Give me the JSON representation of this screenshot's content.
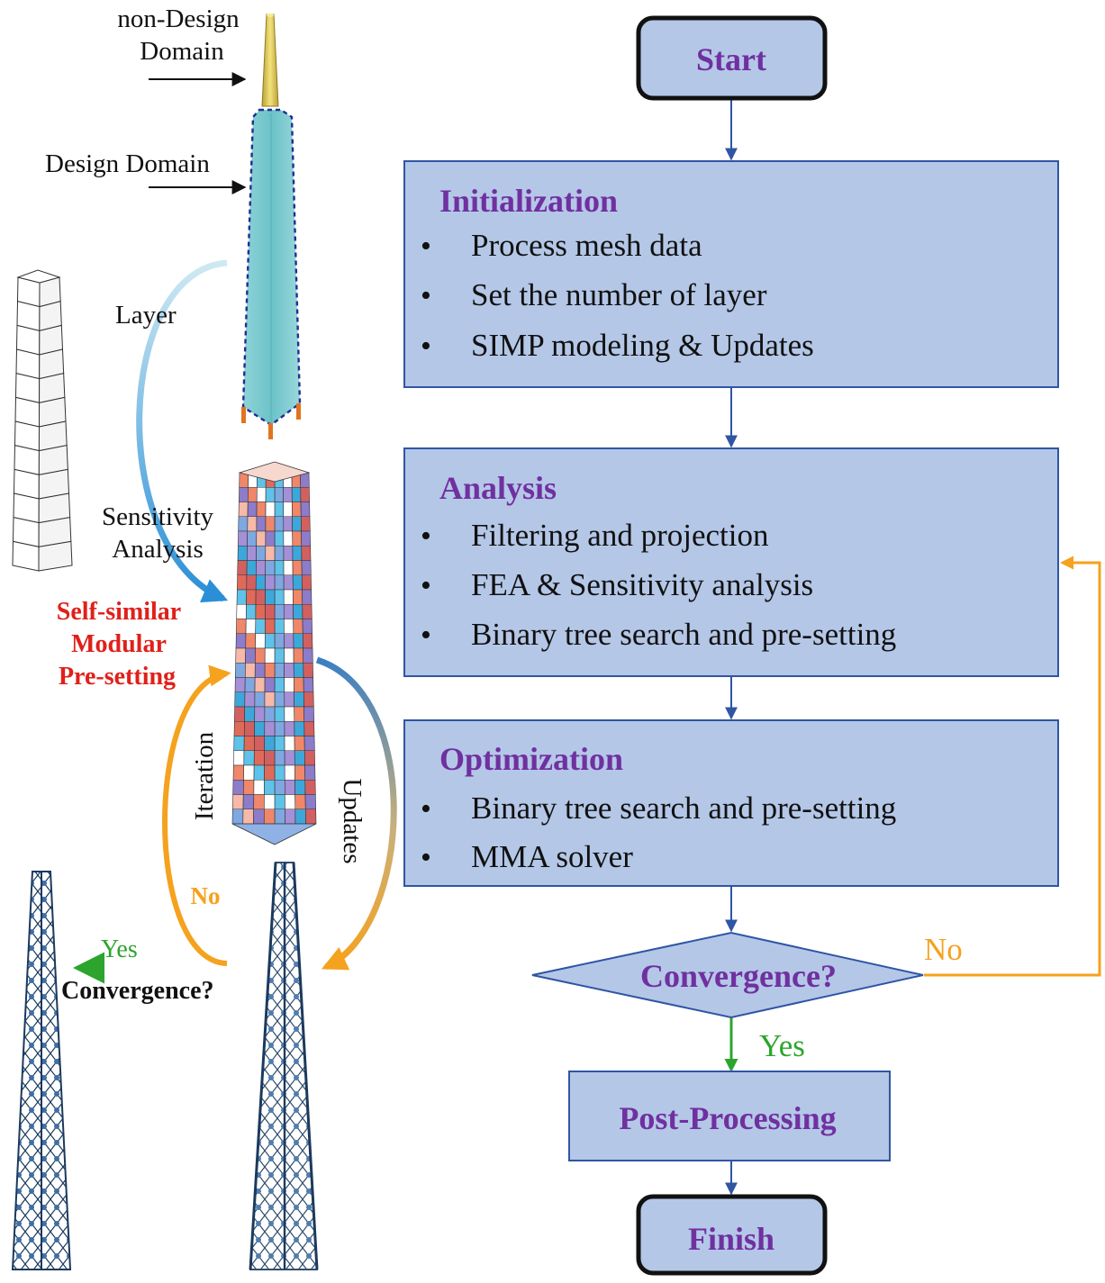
{
  "colors": {
    "box_fill": "#b4c7e7",
    "box_stroke": "#2f55a4",
    "heading": "#7030a0",
    "body_text": "#111111",
    "arrow_blue": "#2f55a4",
    "arrow_orange": "#f5a21e",
    "arrow_green": "#2da42d",
    "red_label": "#e0201a",
    "tower_cyan": "#72c6cc",
    "tower_dark": "#1c3a5e"
  },
  "left_panel": {
    "non_design_domain": [
      "non-Design",
      "Domain"
    ],
    "design_domain": "Design Domain",
    "layer": "Layer",
    "sensitivity_analysis": [
      "Sensitivity",
      "Analysis"
    ],
    "self_similar": [
      "Self-similar",
      "Modular",
      "Pre-setting"
    ],
    "iteration": "Iteration",
    "updates": "Updates",
    "no": "No",
    "yes": "Yes",
    "convergence": "Convergence?"
  },
  "flowchart": {
    "start": "Start",
    "initialization": {
      "title": "Initialization",
      "items": [
        "Process mesh data",
        "Set the number of layer",
        "SIMP modeling & Updates"
      ]
    },
    "analysis": {
      "title": "Analysis",
      "items": [
        "Filtering and projection",
        "FEA & Sensitivity analysis",
        "Binary tree search and pre-setting"
      ]
    },
    "optimization": {
      "title": "Optimization",
      "items": [
        "Binary tree search and pre-setting",
        "MMA solver"
      ]
    },
    "convergence": "Convergence?",
    "no": "No",
    "yes": "Yes",
    "post_processing": "Post-Processing",
    "finish": "Finish"
  }
}
